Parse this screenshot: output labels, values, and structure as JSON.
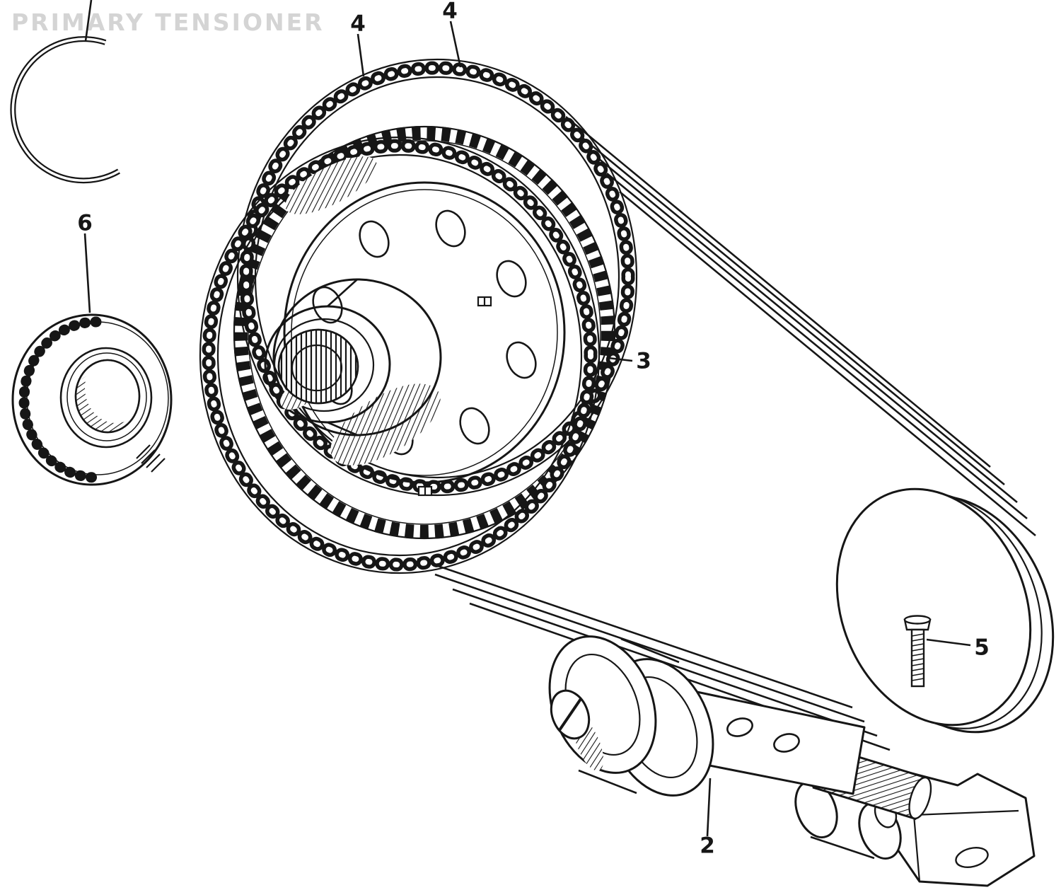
{
  "page": {
    "title": "PRIMARY TENSIONER",
    "colors": {
      "background": "#ffffff",
      "ink": "#161616",
      "watermark": "#d4d4d4"
    }
  },
  "callouts": [
    {
      "label": "4"
    },
    {
      "label": "4"
    },
    {
      "label": "6"
    },
    {
      "label": "3"
    },
    {
      "label": "5"
    },
    {
      "label": "2"
    }
  ]
}
